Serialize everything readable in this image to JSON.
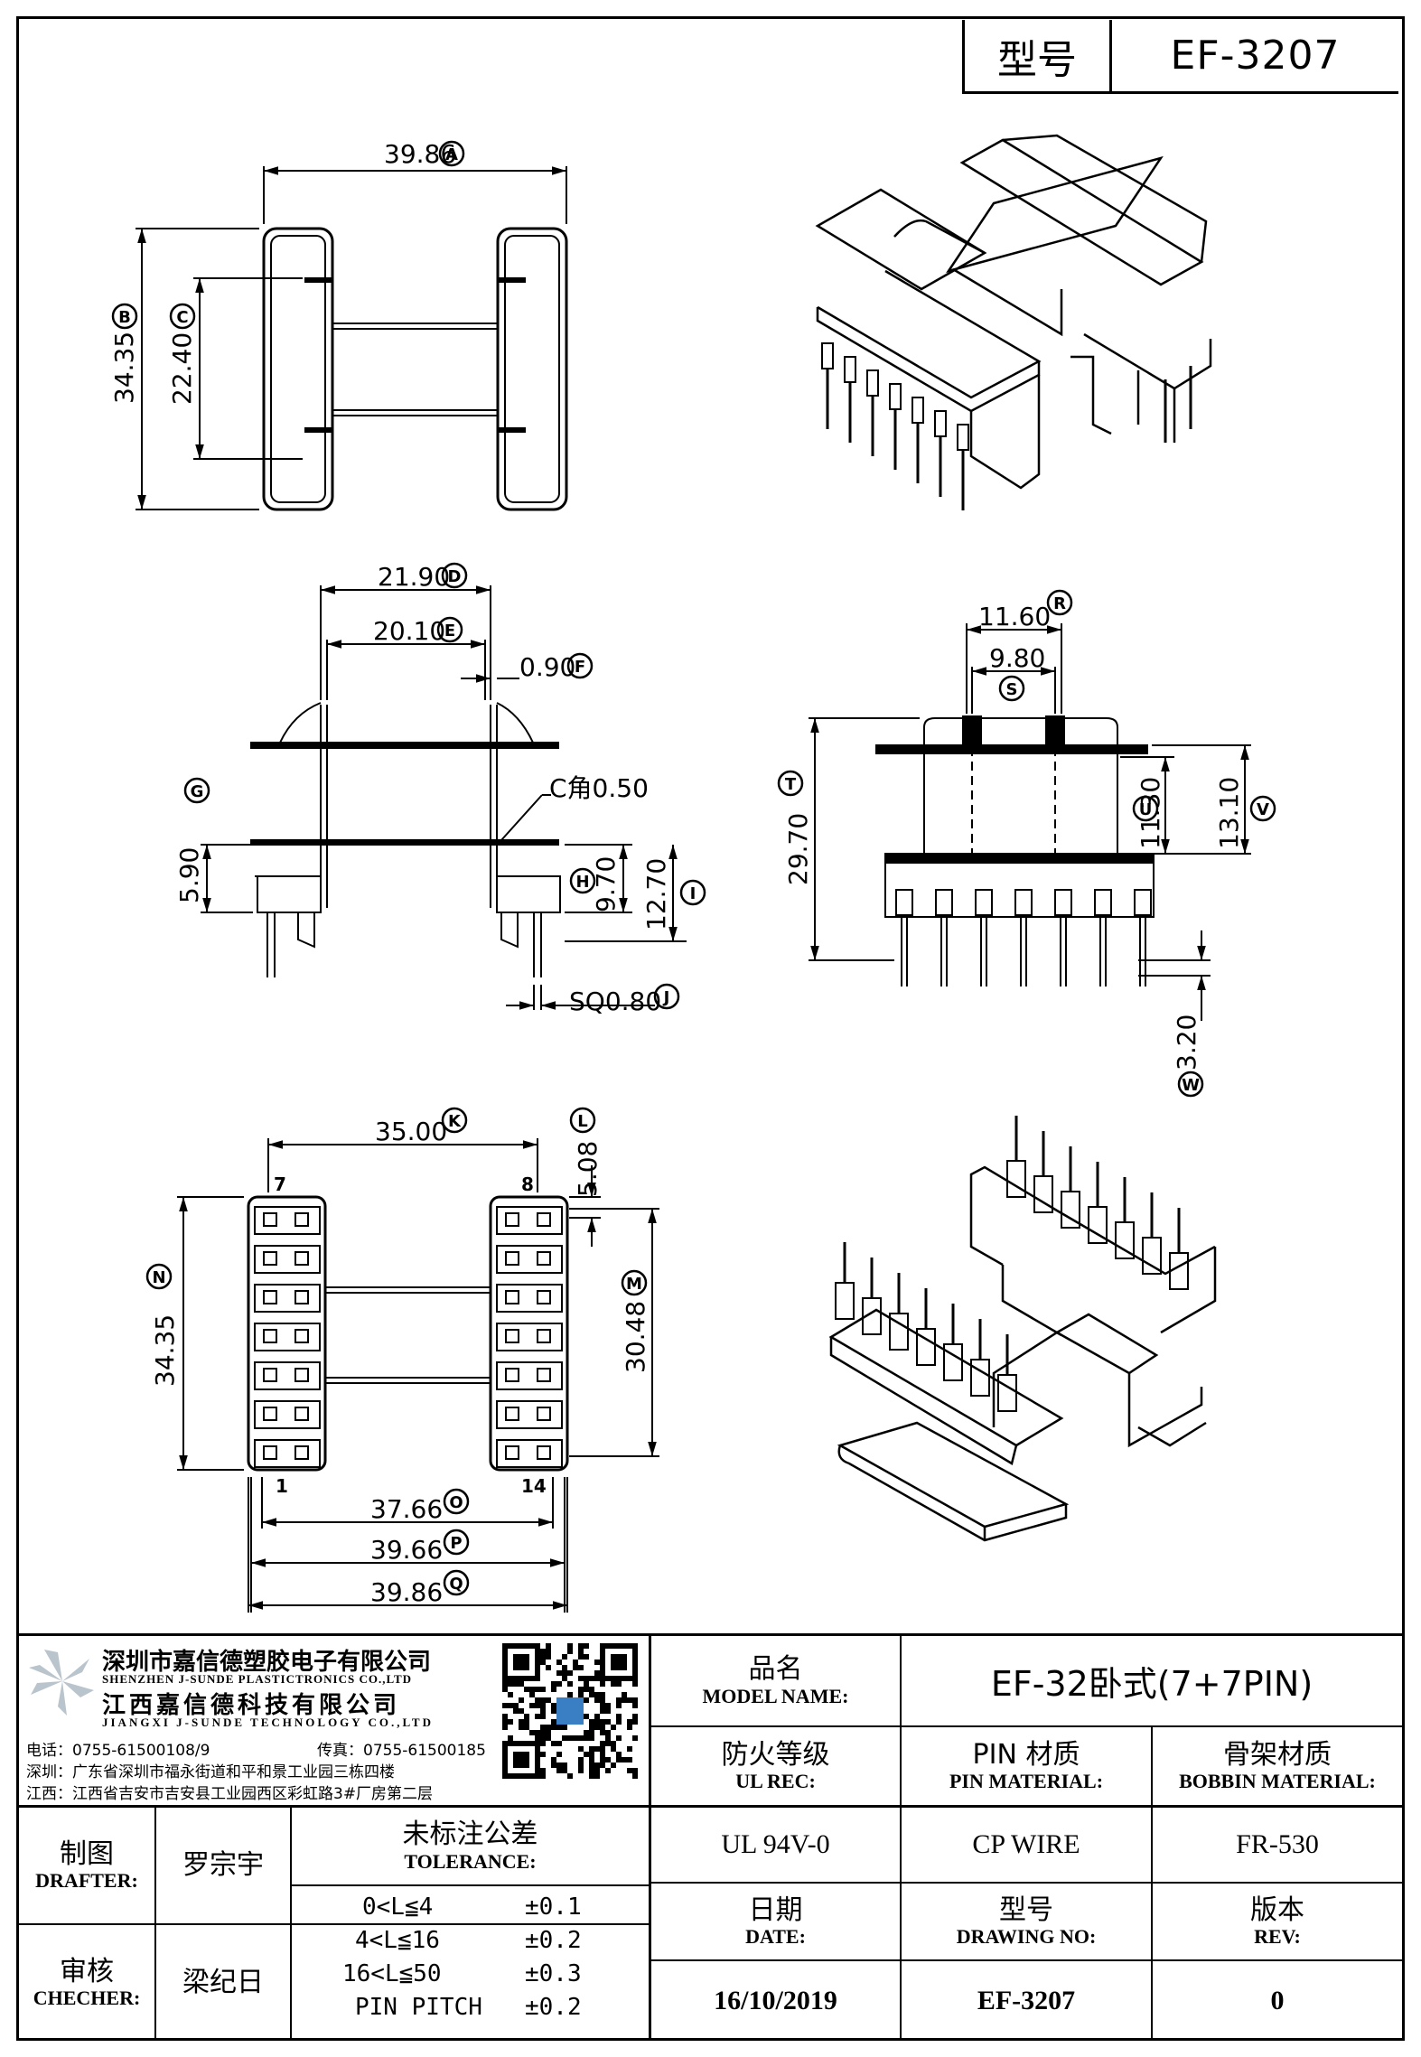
{
  "header": {
    "model_label": "型号",
    "model_value": "EF-3207"
  },
  "dims": {
    "A": "39.86",
    "B": "34.35",
    "C": "22.40",
    "D": "21.90",
    "E": "20.10",
    "F": "0.90",
    "chamfer": "C角0.50",
    "G": "5.90",
    "H": "9.70",
    "I": "12.70",
    "J": "SQ0.80",
    "R": "11.60",
    "S": "9.80",
    "T": "29.70",
    "U": "11.30",
    "V": "13.10",
    "W": "3.20",
    "K": "35.00",
    "L": "5.08",
    "M": "30.48",
    "N": "34.35",
    "O": "37.66",
    "P": "39.66",
    "Q": "39.86",
    "pin_7": "7",
    "pin_8": "8",
    "pin_1": "1",
    "pin_14": "14"
  },
  "company": {
    "name_cn": "深圳市嘉信德塑胶电子有限公司",
    "name_en": "SHENZHEN J-SUNDE PLASTICTRONICS CO.,LTD",
    "name2_cn": "江西嘉信德科技有限公司",
    "name2_en": "JIANGXI J-SUNDE TECHNOLOGY CO.,LTD",
    "tel": "电话：0755-61500108/9",
    "fax": "传真：0755-61500185",
    "addr_sz": "深圳：广东省深圳市福永街道和平和景工业园三栋四楼",
    "addr_jx": "江西：江西省吉安市吉安县工业园西区彩虹路3#厂房第二层"
  },
  "title_block": {
    "product_name_cn": "品名",
    "product_name_en": "MODEL NAME:",
    "product_name_value": "EF-32卧式(7+7PIN)",
    "ul_cn": "防火等级",
    "ul_en": "UL REC:",
    "ul_value": "UL 94V-0",
    "pin_cn": "PIN 材质",
    "pin_en": "PIN MATERIAL:",
    "pin_value": "CP WIRE",
    "bobbin_cn": "骨架材质",
    "bobbin_en": "BOBBIN MATERIAL:",
    "bobbin_value": "FR-530",
    "date_cn": "日期",
    "date_en": "DATE:",
    "date_value": "16/10/2019",
    "drawing_cn": "型号",
    "drawing_en": "DRAWING NO:",
    "drawing_value": "EF-3207",
    "rev_cn": "版本",
    "rev_en": "REV:",
    "rev_value": "0",
    "drafter_cn": "制图",
    "drafter_en": "DRAFTER:",
    "drafter_value": "罗宗宇",
    "checker_cn": "审核",
    "checker_en": "CHECHER:",
    "checker_value": "梁纪日",
    "tolerance_cn": "未标注公差",
    "tolerance_en": "TOLERANCE:",
    "tolerances": [
      {
        "range": "0<L≦4",
        "value": "±0.1"
      },
      {
        "range": "4<L≦16",
        "value": "±0.2"
      },
      {
        "range": "16<L≦50",
        "value": "±0.3"
      },
      {
        "range": "PIN PITCH",
        "value": "±0.2"
      }
    ]
  }
}
